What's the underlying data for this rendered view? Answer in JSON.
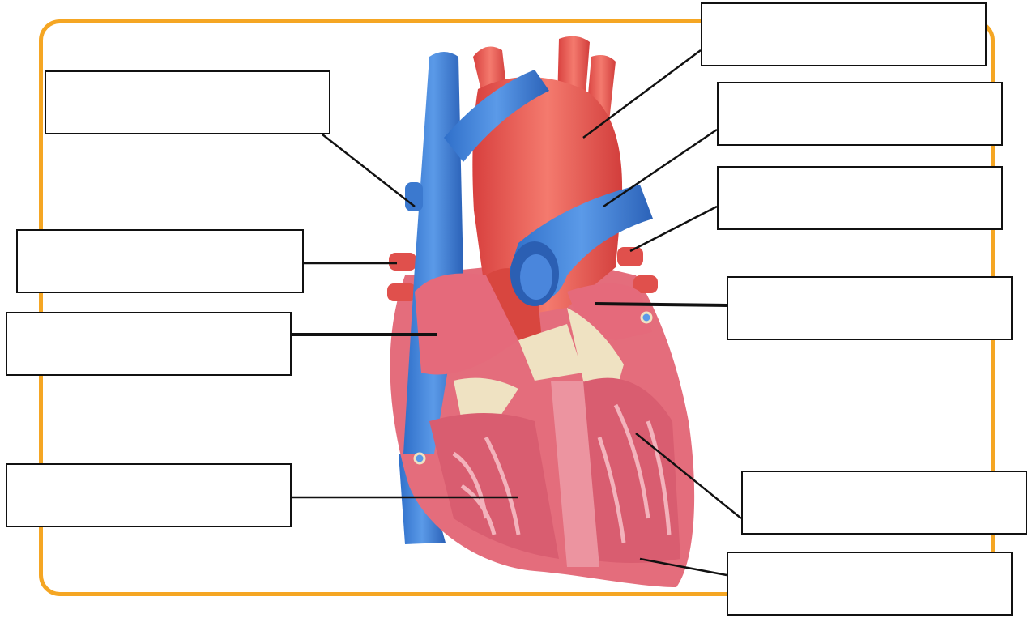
{
  "diagram": {
    "subject": "heart-cross-section",
    "colors": {
      "frame": "#f5a623",
      "vein_blue": "#3d7fd6",
      "artery_red": "#e8534f",
      "muscle_pink": "#e9788a",
      "tendon_cream": "#efe2c2",
      "leader_line": "#111111"
    },
    "labels": [
      {
        "id": "superior-vena-cava",
        "text": ""
      },
      {
        "id": "aorta",
        "text": ""
      },
      {
        "id": "pulmonary-artery",
        "text": ""
      },
      {
        "id": "pulmonary-veins",
        "text": ""
      },
      {
        "id": "right-pulmonary-veins",
        "text": ""
      },
      {
        "id": "left-atrium",
        "text": ""
      },
      {
        "id": "right-atrium",
        "text": ""
      },
      {
        "id": "right-ventricle",
        "text": ""
      },
      {
        "id": "left-ventricle",
        "text": ""
      },
      {
        "id": "apex",
        "text": ""
      }
    ]
  }
}
